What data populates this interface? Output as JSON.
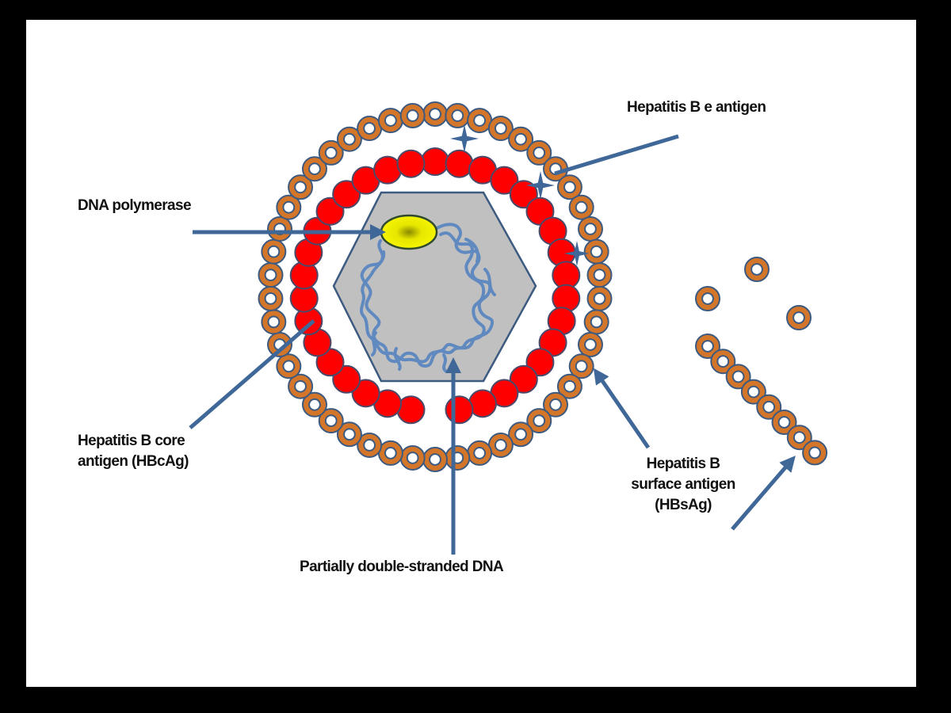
{
  "title": "Hepatitis B virus structure",
  "labels": {
    "e_antigen": "Hepatitis B e antigen",
    "dna_polymerase": "DNA polymerase",
    "core_antigen_line1": "Hepatitis B core",
    "core_antigen_line2": "antigen (HBcAg)",
    "surface_antigen_line1": "Hepatitis B",
    "surface_antigen_line2": "surface antigen",
    "surface_antigen_line3": "(HBsAg)",
    "dna": "Partially double-stranded DNA"
  },
  "components": [
    {
      "name": "Outer envelope of HBsAg rings",
      "icon": "orange-ring"
    },
    {
      "name": "Capsid of HBcAg subunits",
      "icon": "red-disc"
    },
    {
      "name": "Hexagonal core",
      "icon": "hexagon"
    },
    {
      "name": "DNA polymerase",
      "icon": "yellow-ellipse"
    },
    {
      "name": "HBeAg",
      "icon": "four-point-star"
    },
    {
      "name": "Free HBsAg particles",
      "icon": "orange-ring"
    }
  ],
  "colors": {
    "frame": "#000000",
    "background": "#ffffff",
    "surface_antigen_fill": "#d4762a",
    "outline": "#3d5a80",
    "core_antigen_fill": "#ff0000",
    "core_antigen_stroke": "#4a4a6a",
    "hexagon_fill": "#c0c0c0",
    "polymerase_fill": "#f2f200",
    "dna_strand": "#5b87c0",
    "arrow": "#3f6898"
  }
}
